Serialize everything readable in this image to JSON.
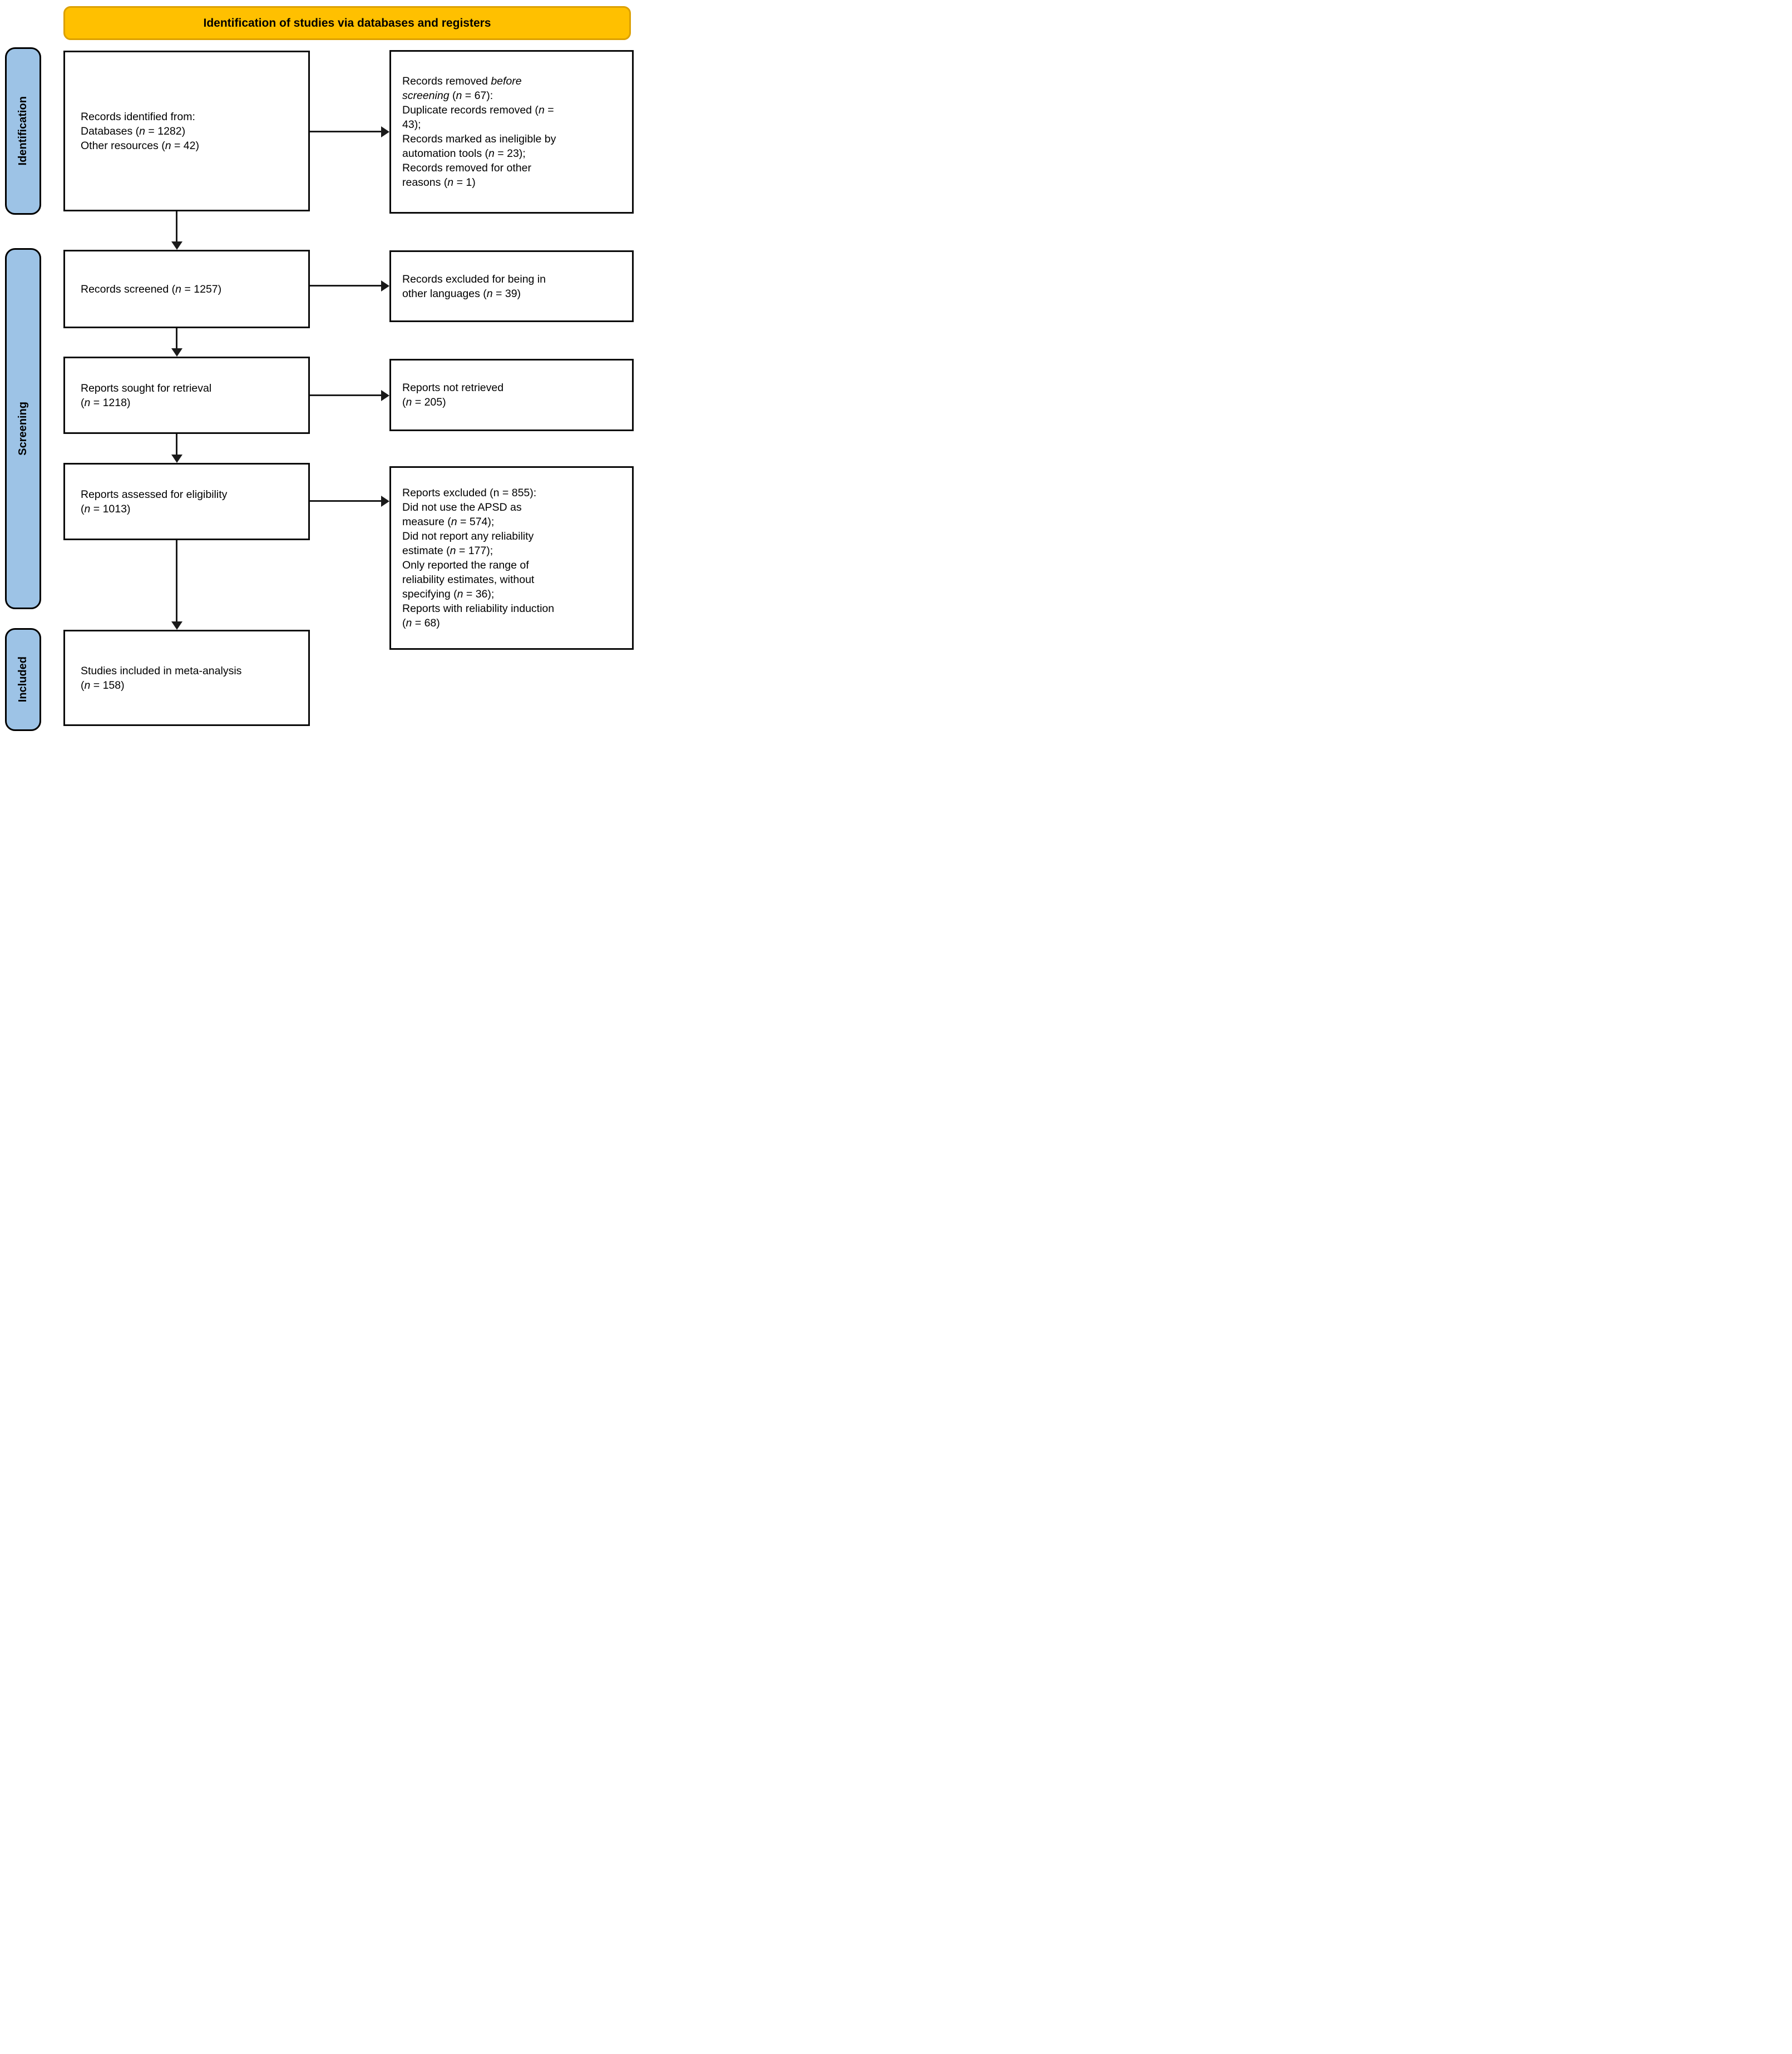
{
  "header": {
    "title": "Identification of studies via databases and registers"
  },
  "colors": {
    "canvas_bg": "#FFFFFF",
    "header_bg": "#FFC000",
    "header_border": "#DCA000",
    "stage_bg": "#9DC3E6",
    "stage_border": "#000000",
    "box_bg": "#FFFFFF",
    "box_border": "#0A0A0A",
    "arrow": "#1A1A1A",
    "text": "#000000"
  },
  "stages": [
    {
      "id": "identification",
      "label": "Identification"
    },
    {
      "id": "screening",
      "label": "Screening"
    },
    {
      "id": "included",
      "label": "Included"
    }
  ],
  "boxes": {
    "records_identified": {
      "lines": [
        [
          {
            "t": "Records identified from:"
          }
        ],
        [
          {
            "t": "Databases ("
          },
          {
            "t": "n",
            "i": true
          },
          {
            "t": " = 1282)"
          }
        ],
        [
          {
            "t": "Other resources ("
          },
          {
            "t": "n",
            "i": true
          },
          {
            "t": " = 42)"
          }
        ]
      ]
    },
    "records_removed": {
      "lines": [
        [
          {
            "t": "Records removed "
          },
          {
            "t": "before",
            "i": true
          }
        ],
        [
          {
            "t": "screening",
            "i": true
          },
          {
            "t": " ("
          },
          {
            "t": "n",
            "i": true
          },
          {
            "t": " = 67):"
          }
        ],
        [
          {
            "t": "Duplicate records removed ("
          },
          {
            "t": "n",
            "i": true
          },
          {
            "t": " ="
          }
        ],
        [
          {
            "t": "43);"
          }
        ],
        [
          {
            "t": "Records marked as ineligible by"
          }
        ],
        [
          {
            "t": "automation tools ("
          },
          {
            "t": "n",
            "i": true
          },
          {
            "t": " = 23);"
          }
        ],
        [
          {
            "t": "Records removed for other"
          }
        ],
        [
          {
            "t": "reasons ("
          },
          {
            "t": "n",
            "i": true
          },
          {
            "t": " = 1)"
          }
        ]
      ]
    },
    "records_screened": {
      "lines": [
        [
          {
            "t": "Records screened ("
          },
          {
            "t": "n",
            "i": true
          },
          {
            "t": " = 1257)"
          }
        ]
      ]
    },
    "records_excluded": {
      "lines": [
        [
          {
            "t": "Records excluded for being in"
          }
        ],
        [
          {
            "t": "other languages ("
          },
          {
            "t": "n",
            "i": true
          },
          {
            "t": " = 39)"
          }
        ]
      ]
    },
    "reports_sought": {
      "lines": [
        [
          {
            "t": "Reports sought for retrieval"
          }
        ],
        [
          {
            "t": "("
          },
          {
            "t": "n",
            "i": true
          },
          {
            "t": " = 1218)"
          }
        ]
      ]
    },
    "reports_not_retrieved": {
      "lines": [
        [
          {
            "t": "Reports not retrieved"
          }
        ],
        [
          {
            "t": "("
          },
          {
            "t": "n",
            "i": true
          },
          {
            "t": " = 205)"
          }
        ]
      ]
    },
    "reports_assessed": {
      "lines": [
        [
          {
            "t": "Reports assessed for eligibility"
          }
        ],
        [
          {
            "t": "("
          },
          {
            "t": "n",
            "i": true
          },
          {
            "t": " = 1013)"
          }
        ]
      ]
    },
    "reports_excluded": {
      "lines": [
        [
          {
            "t": "Reports excluded (n = 855):"
          }
        ],
        [
          {
            "t": "Did not use the APSD as"
          }
        ],
        [
          {
            "t": "measure ("
          },
          {
            "t": "n",
            "i": true
          },
          {
            "t": " = 574);"
          }
        ],
        [
          {
            "t": "Did not report any reliability"
          }
        ],
        [
          {
            "t": "estimate ("
          },
          {
            "t": "n",
            "i": true
          },
          {
            "t": " = 177);"
          }
        ],
        [
          {
            "t": "Only reported the range of"
          }
        ],
        [
          {
            "t": "reliability estimates, without"
          }
        ],
        [
          {
            "t": "specifying ("
          },
          {
            "t": "n",
            "i": true
          },
          {
            "t": " = 36);"
          }
        ],
        [
          {
            "t": "Reports with reliability induction"
          }
        ],
        [
          {
            "t": "("
          },
          {
            "t": "n",
            "i": true
          },
          {
            "t": " = 68)"
          }
        ]
      ]
    },
    "studies_included": {
      "lines": [
        [
          {
            "t": "Studies included in meta-analysis"
          }
        ],
        [
          {
            "t": "("
          },
          {
            "t": "n",
            "i": true
          },
          {
            "t": " = 158)"
          }
        ]
      ]
    }
  }
}
